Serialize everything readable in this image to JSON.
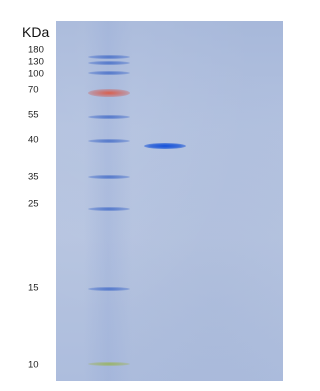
{
  "gel": {
    "unit_label": "KDa",
    "markers": [
      {
        "label": "180"
      },
      {
        "label": "130"
      },
      {
        "label": "100"
      },
      {
        "label": "70",
        "color": "#d85a46"
      },
      {
        "label": "55"
      },
      {
        "label": "40"
      },
      {
        "label": "35"
      },
      {
        "label": "25"
      },
      {
        "label": "15"
      },
      {
        "label": "10",
        "color": "#9bb45a"
      }
    ],
    "sample_band": {
      "approx_size_kda": 38,
      "color": "#1f55dd"
    }
  }
}
